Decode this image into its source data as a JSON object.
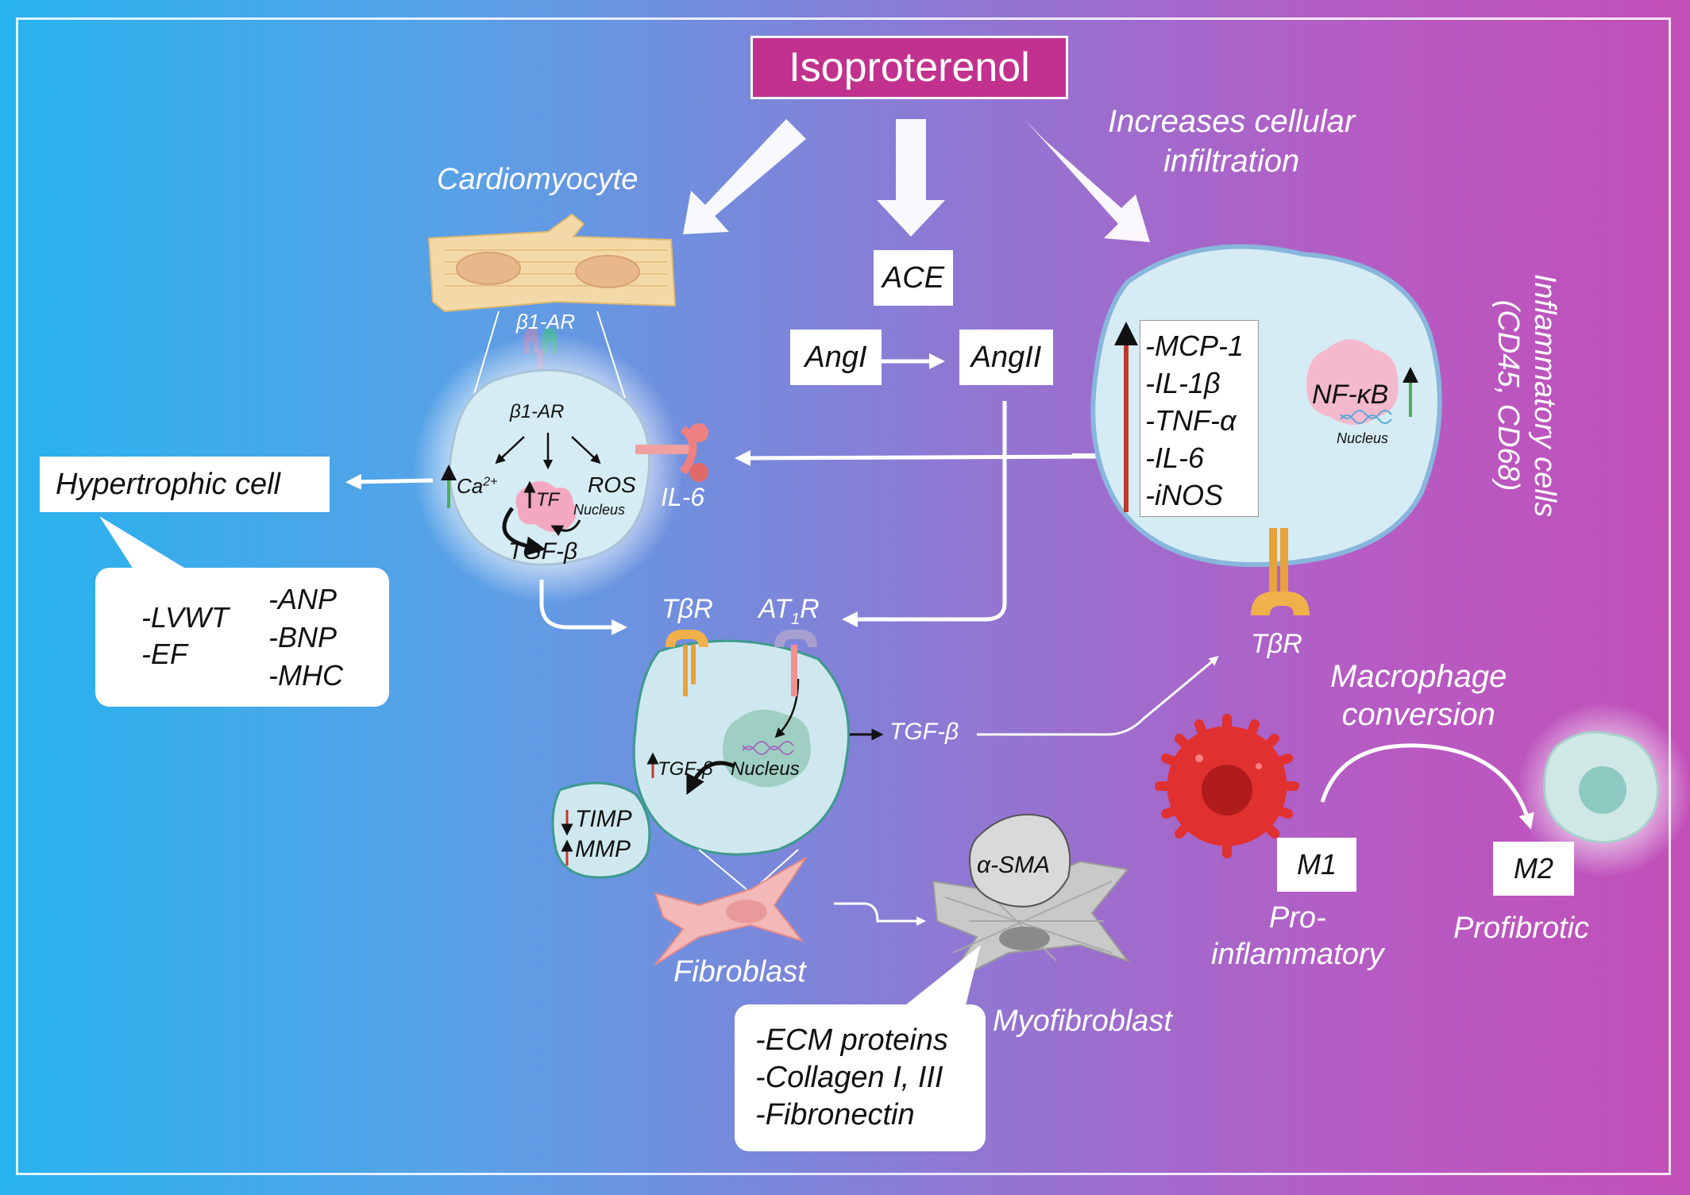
{
  "title": "Isoproterenol",
  "labels": {
    "cardiomyocyte": "Cardiomyocyte",
    "b1ar_top": "β1-AR",
    "b1ar_in": "β1-AR",
    "ca": "Ca",
    "ca_sup": "2+",
    "ros": "ROS",
    "tf": "TF",
    "nucleus_cm": "Nucleus",
    "tgfb_cm": "TGF-β",
    "il6": "IL-6",
    "hypertrophic": "Hypertrophic cell",
    "ace": "ACE",
    "angi": "AngI",
    "angii": "AngII",
    "infiltration_1": "Increases cellular",
    "infiltration_2": "infiltration",
    "nfkb": "NF-κB",
    "nucleus_inf": "Nucleus",
    "inflam_1": "Inflammatory cells",
    "inflam_2": "(CD45, CD68)",
    "tbr_fib": "TβR",
    "at1r": "AT",
    "at1r_sub": "1",
    "at1r_end": "R",
    "tbr_right": "TβR",
    "tgfb_out": "TGF-β",
    "tgfb_in": "TGF-β",
    "nucleus_fib": "Nucleus",
    "timp": "TIMP",
    "mmp": "MMP",
    "fibroblast": "Fibroblast",
    "asma": "α-SMA",
    "myofibroblast": "Myofibroblast",
    "macrophage_1": "Macrophage",
    "macrophage_2": "conversion",
    "m1": "M1",
    "m2": "M2",
    "pro_1": "Pro-",
    "pro_2": "inflammatory",
    "profibrotic": "Profibrotic"
  },
  "cytokines": [
    "-MCP-1",
    "-IL-1β",
    "-TNF-α",
    "-IL-6",
    "-iNOS"
  ],
  "hypertrophy_markers": {
    "left": [
      "-LVWT",
      "-EF"
    ],
    "right": [
      "-ANP",
      "-BNP",
      "-MHC"
    ]
  },
  "ecm": [
    "-ECM proteins",
    "-Collagen I, III",
    "-Fibronectin"
  ],
  "colors": {
    "title_bg": "#c2318e",
    "up_arrow": "#c0392b",
    "green_arrow": "#4caf50",
    "cell_fill": "#d6ecf4"
  }
}
